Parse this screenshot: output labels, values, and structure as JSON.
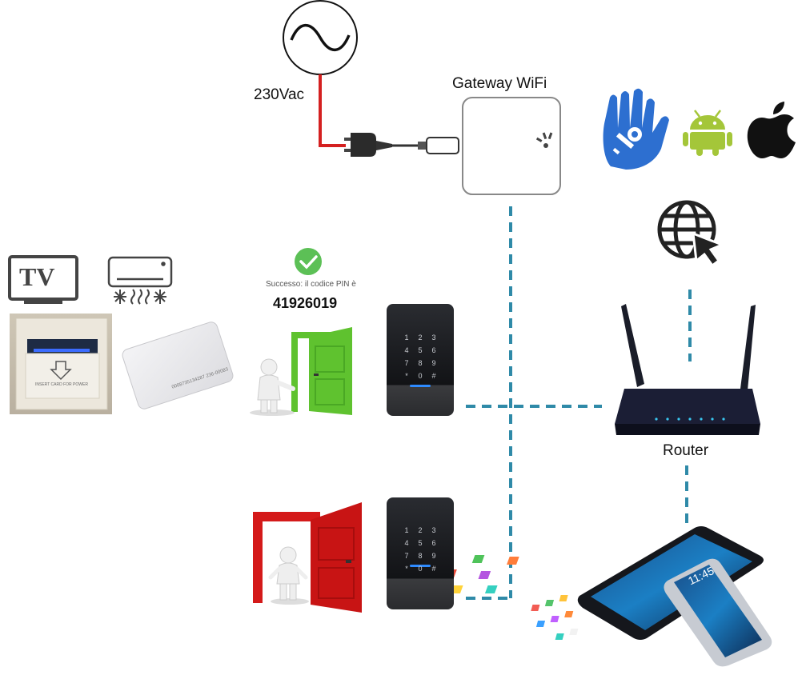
{
  "labels": {
    "voltage": "230Vac",
    "gateway": "Gateway WiFi",
    "router": "Router",
    "tv": "TV",
    "success_message": "Successo: il codice PIN è",
    "pin_code": "41926019",
    "card_number": "0008735134287 236-00083",
    "card_slot_text": "INSERT CARD FOR POWER"
  },
  "keypad_keys": [
    "1",
    "2",
    "3",
    "4",
    "5",
    "6",
    "7",
    "8",
    "9",
    "*",
    "0",
    "#"
  ],
  "tablet_time": "11:45",
  "colors": {
    "power_wire": "#d42020",
    "network_line": "#2f8aa8",
    "hand_blue": "#2d6fd0",
    "android_green": "#a4c639",
    "door_green": "#5fc22f",
    "door_red": "#d41a1a",
    "check_green": "#5cc056"
  },
  "icons": [
    "ac-source-icon",
    "plug-icon",
    "android-icon",
    "apple-icon",
    "hand-key-icon",
    "globe-cursor-icon",
    "tv-icon",
    "air-conditioner-icon",
    "check-icon"
  ]
}
